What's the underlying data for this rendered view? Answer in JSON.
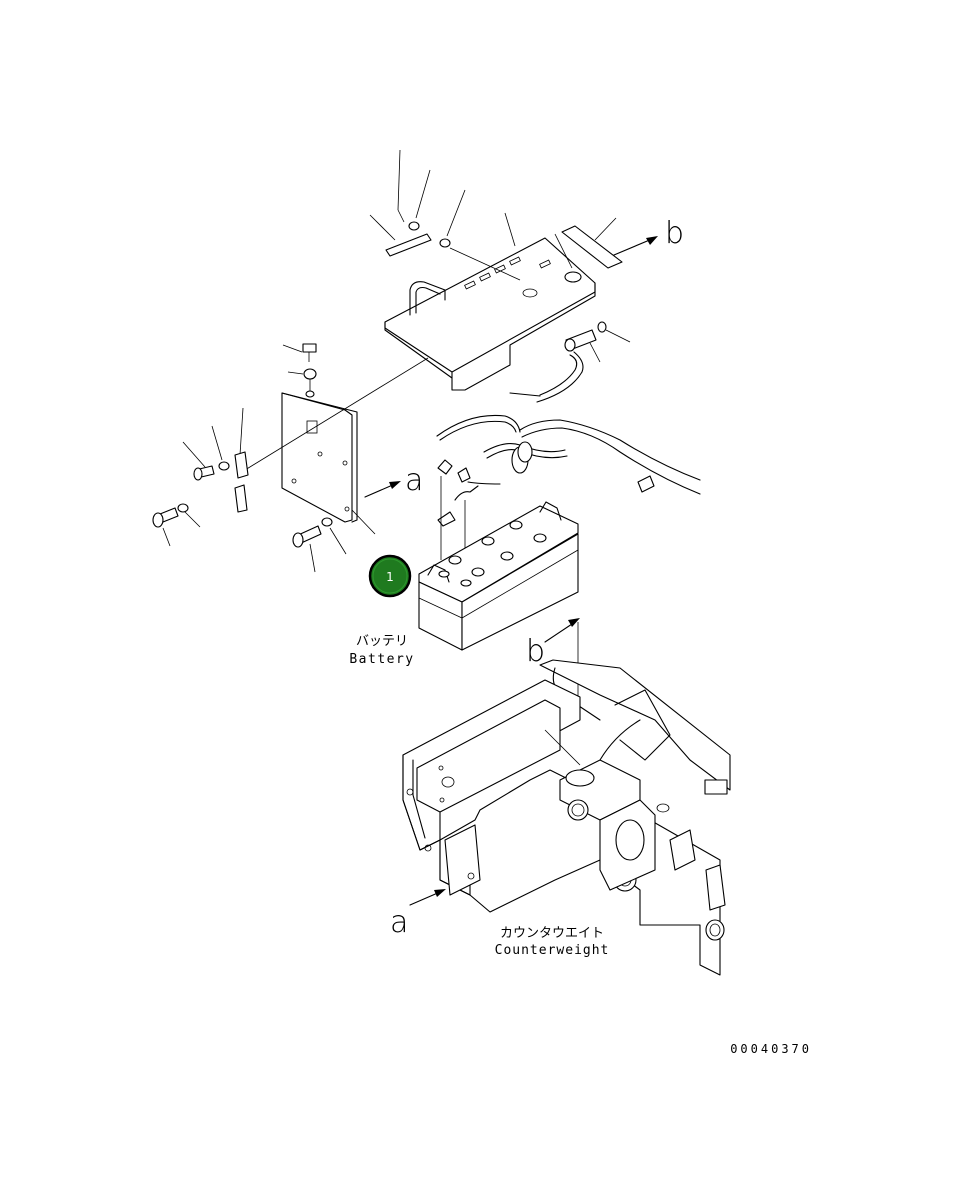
{
  "diagram": {
    "labels": {
      "battery_jp": "バッテリ",
      "battery_en": "Battery",
      "counterweight_jp": "カウンタウエイト",
      "counterweight_en": "Counterweight",
      "view_a": "a",
      "view_b": "b"
    },
    "callout": {
      "number": "1",
      "color": "#1f7a1f"
    },
    "drawing_code": "00040370"
  }
}
